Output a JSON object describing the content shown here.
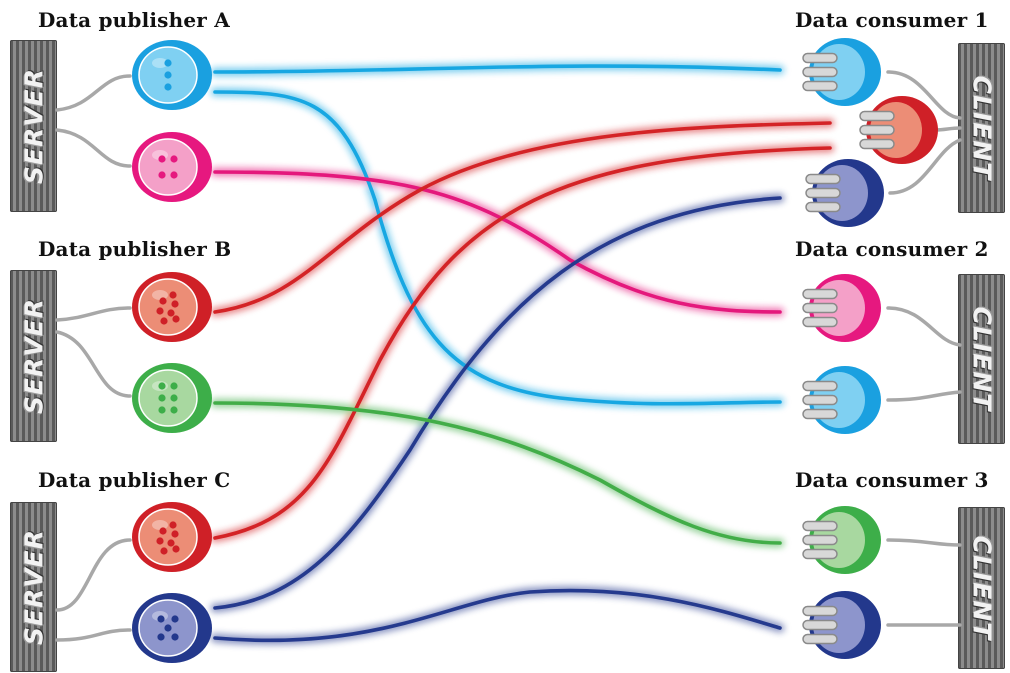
{
  "publishers": [
    {
      "label": "Data publisher A",
      "rack_text": "SERVER"
    },
    {
      "label": "Data publisher B",
      "rack_text": "SERVER"
    },
    {
      "label": "Data publisher C",
      "rack_text": "SERVER"
    }
  ],
  "consumers": [
    {
      "label": "Data consumer 1",
      "rack_text": "CLIENT"
    },
    {
      "label": "Data consumer 2",
      "rack_text": "CLIENT"
    },
    {
      "label": "Data consumer 3",
      "rack_text": "CLIENT"
    }
  ],
  "colors": {
    "cyan": {
      "body": "#1aa0e0",
      "face": "#7fd0f2",
      "wire": "#17a7e2"
    },
    "magenta": {
      "body": "#e6187f",
      "face": "#f4a0c8",
      "wire": "#e4187c"
    },
    "red": {
      "body": "#cf2027",
      "face": "#ec8d76",
      "wire": "#d42326"
    },
    "green": {
      "body": "#3dae49",
      "face": "#a8d8a0",
      "wire": "#42ad48"
    },
    "navy": {
      "body": "#23388c",
      "face": "#8d95cc",
      "wire": "#253a8e"
    }
  },
  "icons": {
    "socket": "socket-connector-icon",
    "plug": "plug-connector-icon"
  }
}
